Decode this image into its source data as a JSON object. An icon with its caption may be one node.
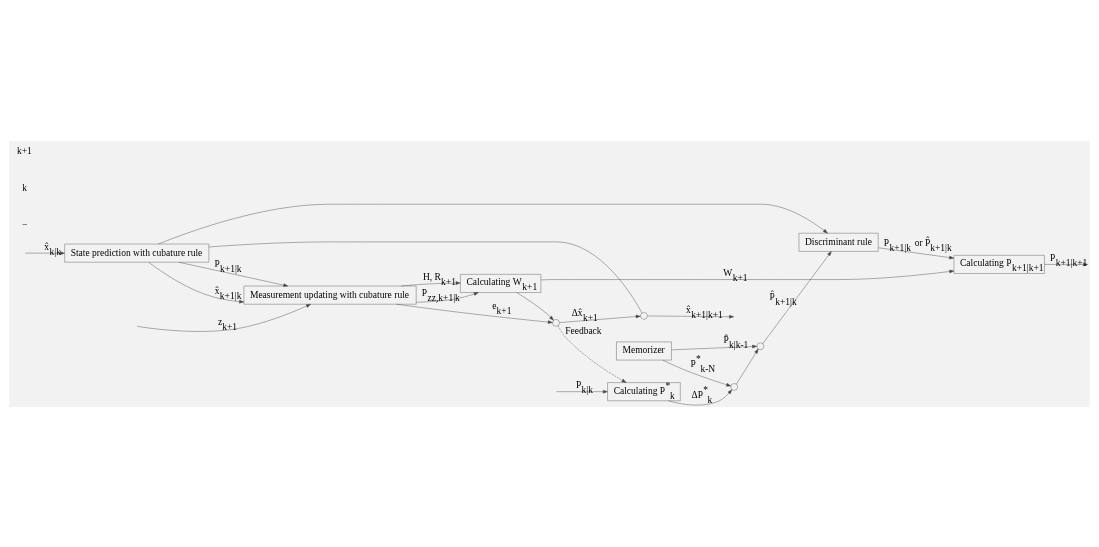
{
  "diagram": {
    "nodes": [
      {
        "text": [
          "State prediction with cubature rule"
        ]
      },
      {
        "text": [
          "Measurement updating with cubature rule"
        ]
      },
      {
        "text": [
          "Calculating W$_{k+1}$"
        ]
      },
      {
        "text": [],
        "shape": "circle"
      },
      {
        "text": [],
        "shape": "circle"
      },
      {
        "text": [
          "Memorizer"
        ]
      },
      {
        "text": [],
        "shape": "circle"
      },
      {
        "text": [],
        "shape": "circle"
      },
      {
        "text": [
          "Discriminant rule"
        ]
      },
      {
        "text": [
          "Calculating P$^{*}$$_{k}$"
        ]
      },
      {
        "text": [
          "Calculating P$_{k+1|k+1}$"
        ]
      }
    ],
    "edges": [
      {
        "from": null,
        "to": 0,
        "arrow": "to",
        "label": "x̂$_{k|k}$"
      },
      {
        "from": 0,
        "to": 1,
        "arrow": "to",
        "label": "x̂$_{k+1|k}$"
      },
      {
        "from": 0,
        "to": 1,
        "arrow": "to",
        "label": "P$_{k+1|k}$"
      },
      {
        "from": null,
        "to": 1,
        "arrow": "to",
        "label": "z$_{k+1}$"
      },
      {
        "from": 1,
        "to": 2,
        "arrow": "to",
        "label": "H, R$_{k+1}$"
      },
      {
        "from": 1,
        "to": 2,
        "arrow": "to",
        "label": "P$_{zz,k+1|k}$"
      },
      {
        "from": 1,
        "to": 3,
        "arrow": "to",
        "label": "e$_{k+1}$"
      },
      {
        "from": 2,
        "to": 3,
        "arrow": "to"
      },
      {
        "from": 3,
        "to": 4,
        "arrow": "to",
        "label": "Δx̂$_{k+1}$"
      },
      {
        "from": 0,
        "to": 4,
        "arrow": "none"
      },
      {
        "from": 4,
        "to": null,
        "arrow": "to",
        "label": "x̂$_{k+1|k+1}$"
      },
      {
        "from": 0,
        "to": 8,
        "arrow": "to"
      },
      {
        "from": 5,
        "to": 6,
        "arrow": "to",
        "label": "P̂$_{k|k-1}$"
      },
      {
        "from": 6,
        "to": 8,
        "arrow": "to",
        "label": "P̂$_{k+1|k}$"
      },
      {
        "from": 5,
        "to": 7,
        "arrow": "to",
        "label": "P$^{*}$$_{k-N}$"
      },
      {
        "from": 9,
        "to": 7,
        "arrow": "to",
        "label": "ΔP$^{*}$$_{k}$"
      },
      {
        "from": 7,
        "to": 6,
        "arrow": "to"
      },
      {
        "from": null,
        "to": 9,
        "arrow": "to",
        "label": "P$_{k|k}$"
      },
      {
        "from": 8,
        "to": 10,
        "arrow": "to",
        "label": "P$_{k+1|k}$ or P̂$_{k+1|k}$"
      },
      {
        "from": 2,
        "to": 10,
        "arrow": "to",
        "label": "W$_{k+1}$"
      },
      {
        "from": 3,
        "to": 9,
        "arrow": "to",
        "style": "dashed",
        "label": "Feedback"
      },
      {
        "from": 10,
        "to": null,
        "arrow": "to",
        "label": "P$_{k+1|k+1}$"
      }
    ],
    "labels": [
      "−",
      "k",
      "k+1"
    ]
  }
}
